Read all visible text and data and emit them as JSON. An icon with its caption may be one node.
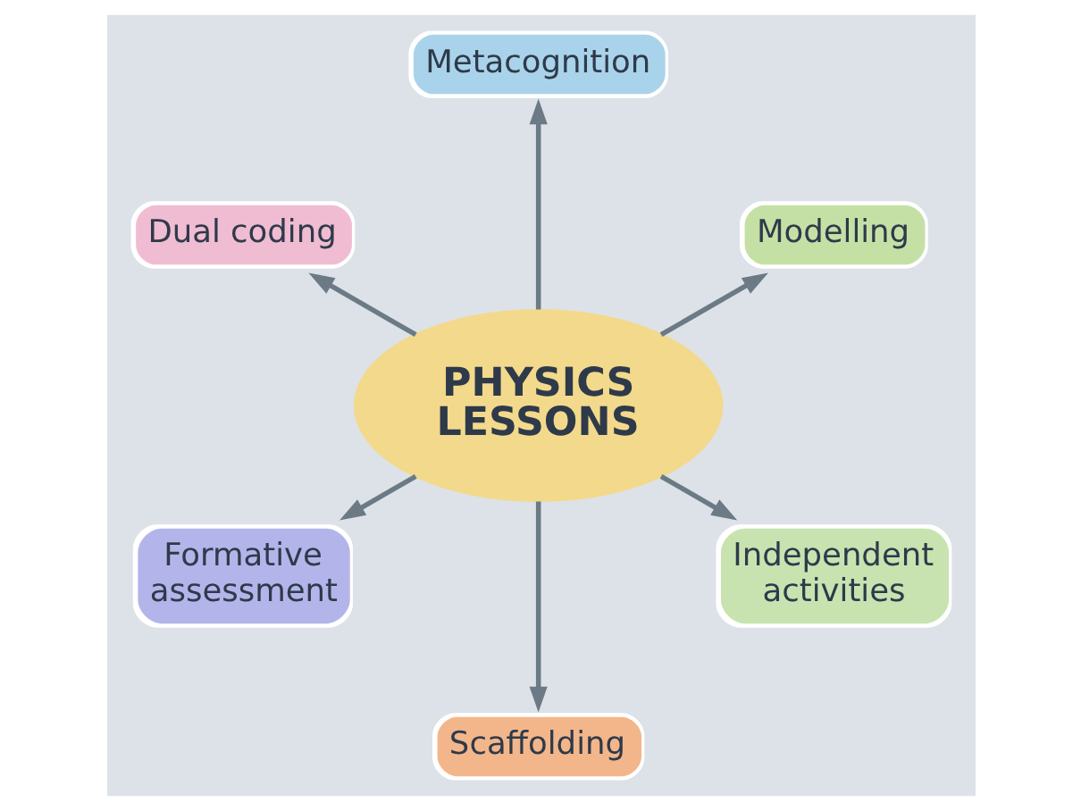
{
  "diagram": {
    "nodes": [
      {
        "text": [
          "PHYSICS LESSONS"
        ]
      },
      {
        "text": [
          "Modelling"
        ]
      },
      {
        "text": [
          "Metacognition"
        ]
      },
      {
        "text": [
          "Dual coding"
        ]
      },
      {
        "text": [
          "Formative assessment"
        ]
      },
      {
        "text": [
          "Scaffolding"
        ]
      },
      {
        "text": [
          "Independent activities"
        ]
      }
    ],
    "edges": [
      {
        "from": 0,
        "to": 1,
        "arrow": "to"
      },
      {
        "from": 0,
        "to": 2,
        "arrow": "to"
      },
      {
        "from": 0,
        "to": 3,
        "arrow": "to"
      },
      {
        "from": 0,
        "to": 4,
        "arrow": "to"
      },
      {
        "from": 0,
        "to": 5,
        "arrow": "to"
      },
      {
        "from": 0,
        "to": 6,
        "arrow": "to"
      }
    ]
  }
}
